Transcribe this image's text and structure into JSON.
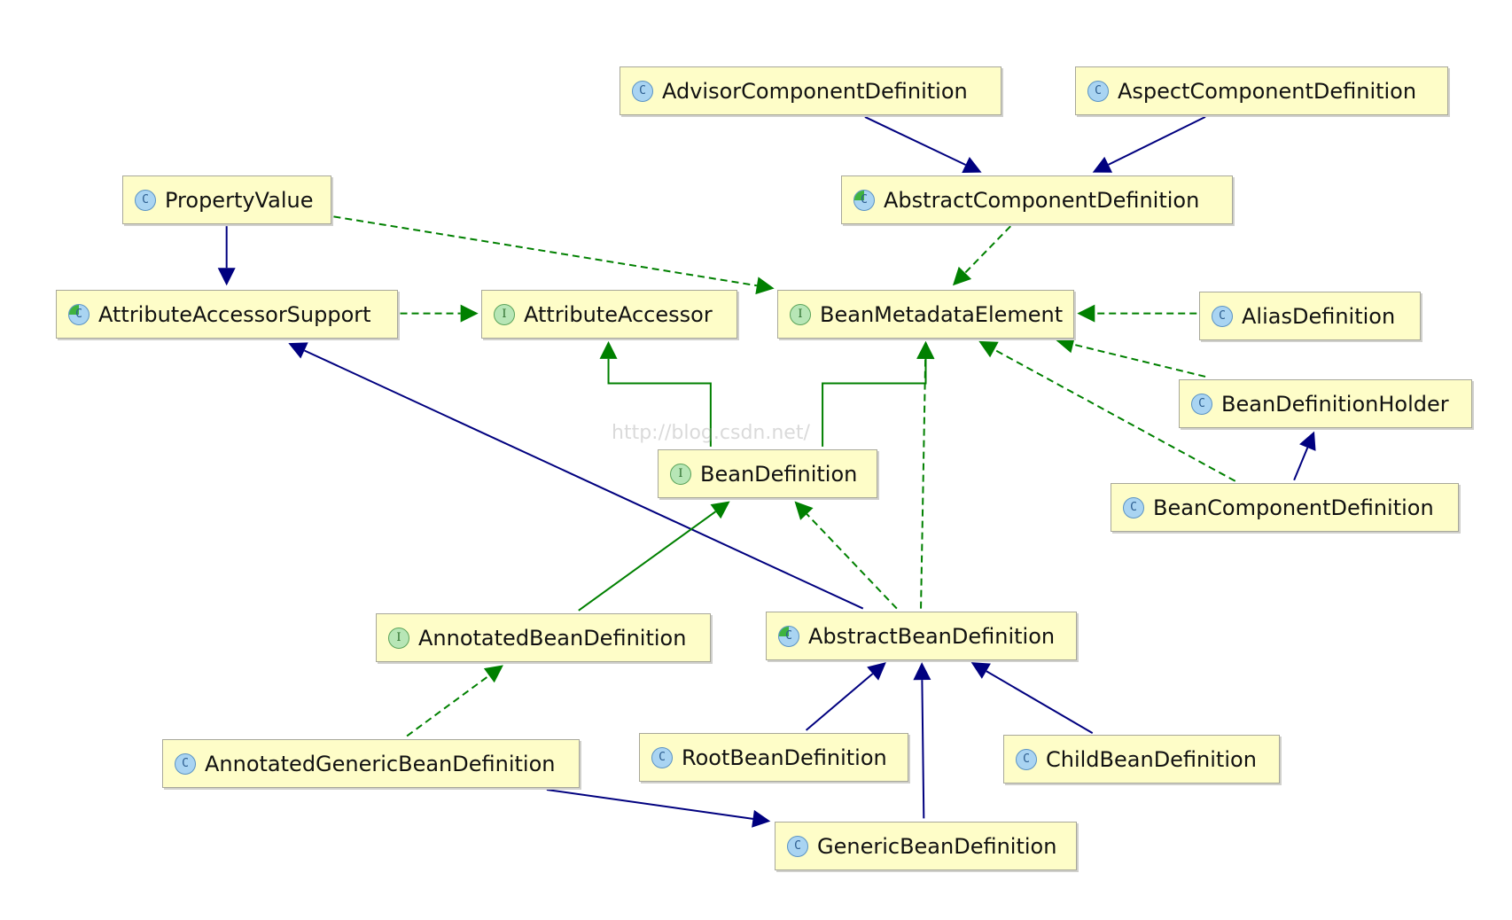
{
  "nodes": {
    "advisor_component_definition": {
      "label": "AdvisorComponentDefinition",
      "kind": "class",
      "badge": "C"
    },
    "aspect_component_definition": {
      "label": "AspectComponentDefinition",
      "kind": "class",
      "badge": "C"
    },
    "property_value": {
      "label": "PropertyValue",
      "kind": "class",
      "badge": "C"
    },
    "abstract_component_definition": {
      "label": "AbstractComponentDefinition",
      "kind": "abstract",
      "badge": "C"
    },
    "attribute_accessor_support": {
      "label": "AttributeAccessorSupport",
      "kind": "abstract",
      "badge": "C"
    },
    "attribute_accessor": {
      "label": "AttributeAccessor",
      "kind": "interface",
      "badge": "I"
    },
    "bean_metadata_element": {
      "label": "BeanMetadataElement",
      "kind": "interface",
      "badge": "I"
    },
    "alias_definition": {
      "label": "AliasDefinition",
      "kind": "class",
      "badge": "C"
    },
    "bean_definition_holder": {
      "label": "BeanDefinitionHolder",
      "kind": "class",
      "badge": "C"
    },
    "bean_definition": {
      "label": "BeanDefinition",
      "kind": "interface",
      "badge": "I"
    },
    "bean_component_definition": {
      "label": "BeanComponentDefinition",
      "kind": "class",
      "badge": "C"
    },
    "annotated_bean_definition": {
      "label": "AnnotatedBeanDefinition",
      "kind": "interface",
      "badge": "I"
    },
    "abstract_bean_definition": {
      "label": "AbstractBeanDefinition",
      "kind": "abstract",
      "badge": "C"
    },
    "annotated_generic_bean_definition": {
      "label": "AnnotatedGenericBeanDefinition",
      "kind": "class",
      "badge": "C"
    },
    "root_bean_definition": {
      "label": "RootBeanDefinition",
      "kind": "class",
      "badge": "C"
    },
    "child_bean_definition": {
      "label": "ChildBeanDefinition",
      "kind": "class",
      "badge": "C"
    },
    "generic_bean_definition": {
      "label": "GenericBeanDefinition",
      "kind": "class",
      "badge": "C"
    }
  },
  "edges": [
    {
      "from": "advisor_component_definition",
      "to": "abstract_component_definition",
      "type": "extends"
    },
    {
      "from": "aspect_component_definition",
      "to": "abstract_component_definition",
      "type": "extends"
    },
    {
      "from": "property_value",
      "to": "attribute_accessor_support",
      "type": "extends"
    },
    {
      "from": "property_value",
      "to": "bean_metadata_element",
      "type": "implements"
    },
    {
      "from": "abstract_component_definition",
      "to": "bean_metadata_element",
      "type": "implements"
    },
    {
      "from": "attribute_accessor_support",
      "to": "attribute_accessor",
      "type": "implements"
    },
    {
      "from": "alias_definition",
      "to": "bean_metadata_element",
      "type": "implements"
    },
    {
      "from": "bean_definition_holder",
      "to": "bean_metadata_element",
      "type": "implements"
    },
    {
      "from": "bean_component_definition",
      "to": "bean_metadata_element",
      "type": "implements"
    },
    {
      "from": "bean_component_definition",
      "to": "bean_definition_holder",
      "type": "extends"
    },
    {
      "from": "bean_definition",
      "to": "attribute_accessor",
      "type": "interface-extends"
    },
    {
      "from": "bean_definition",
      "to": "bean_metadata_element",
      "type": "interface-extends"
    },
    {
      "from": "abstract_bean_definition",
      "to": "attribute_accessor_support",
      "type": "extends"
    },
    {
      "from": "abstract_bean_definition",
      "to": "bean_definition",
      "type": "implements"
    },
    {
      "from": "abstract_bean_definition",
      "to": "bean_metadata_element",
      "type": "implements"
    },
    {
      "from": "annotated_bean_definition",
      "to": "bean_definition",
      "type": "interface-extends"
    },
    {
      "from": "annotated_generic_bean_definition",
      "to": "annotated_bean_definition",
      "type": "implements"
    },
    {
      "from": "annotated_generic_bean_definition",
      "to": "generic_bean_definition",
      "type": "extends"
    },
    {
      "from": "root_bean_definition",
      "to": "abstract_bean_definition",
      "type": "extends"
    },
    {
      "from": "child_bean_definition",
      "to": "abstract_bean_definition",
      "type": "extends"
    },
    {
      "from": "generic_bean_definition",
      "to": "abstract_bean_definition",
      "type": "extends"
    }
  ],
  "colors": {
    "extends": "#00007f",
    "implements": "#008000",
    "interface-extends": "#008000",
    "node_fill": "#fefdc8"
  },
  "watermark": "http://blog.csdn.net/"
}
